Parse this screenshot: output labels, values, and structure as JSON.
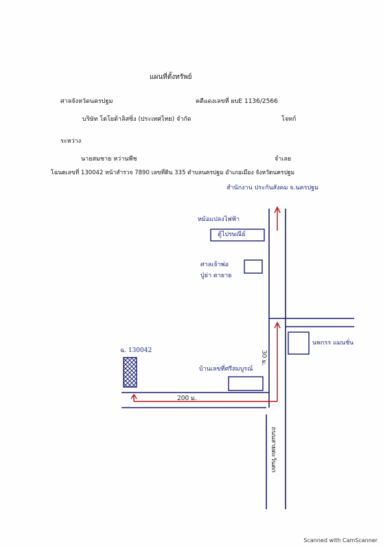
{
  "title": "แผนที่ตั้งทรัพย์",
  "court": "ศาลจังหวัดนครปฐม",
  "case_no": "คดีแดงเลขที่ ผบE 1136/2566",
  "plaintiff": "บริษัท โตโยต้าลิสซิ่ง (ประเทศไทย) จำกัด",
  "plaintiff_role": "โจทก์",
  "between": "ระหว่าง",
  "defendant": "นายสมชาย หว่านพืช",
  "defendant_role": "จำเลย",
  "deed_line": "โฉนดเลขที่ 130042 หน้าสำรวจ 7890 เลขที่ดิน 335 ตำบลนครปฐม อำเภอเมือง จังหวัดนครปฐม",
  "map": {
    "office_label": "สำนักงาน ประกันสังคม จ.นครปฐม",
    "transformer_label": "หม้อแปลงไฟฟ้า",
    "post_box": "ตู้ไปรษณีย์",
    "shop_label_1": "ศาลเจ้าพ่อ",
    "shop_label_2": "ปู่ย่า ตายาย",
    "store_label": "นพกรร แมนชั่น",
    "house_label": "บ้านเลขที่ศรีสมบูรณ์",
    "deed_tag": "ฉ. 130042",
    "dist_200": "200 ม.",
    "dist_30": "30 ม.",
    "road_label": "ถนนสายตะวันตก"
  },
  "scanner": "Scanned with CamScanner"
}
